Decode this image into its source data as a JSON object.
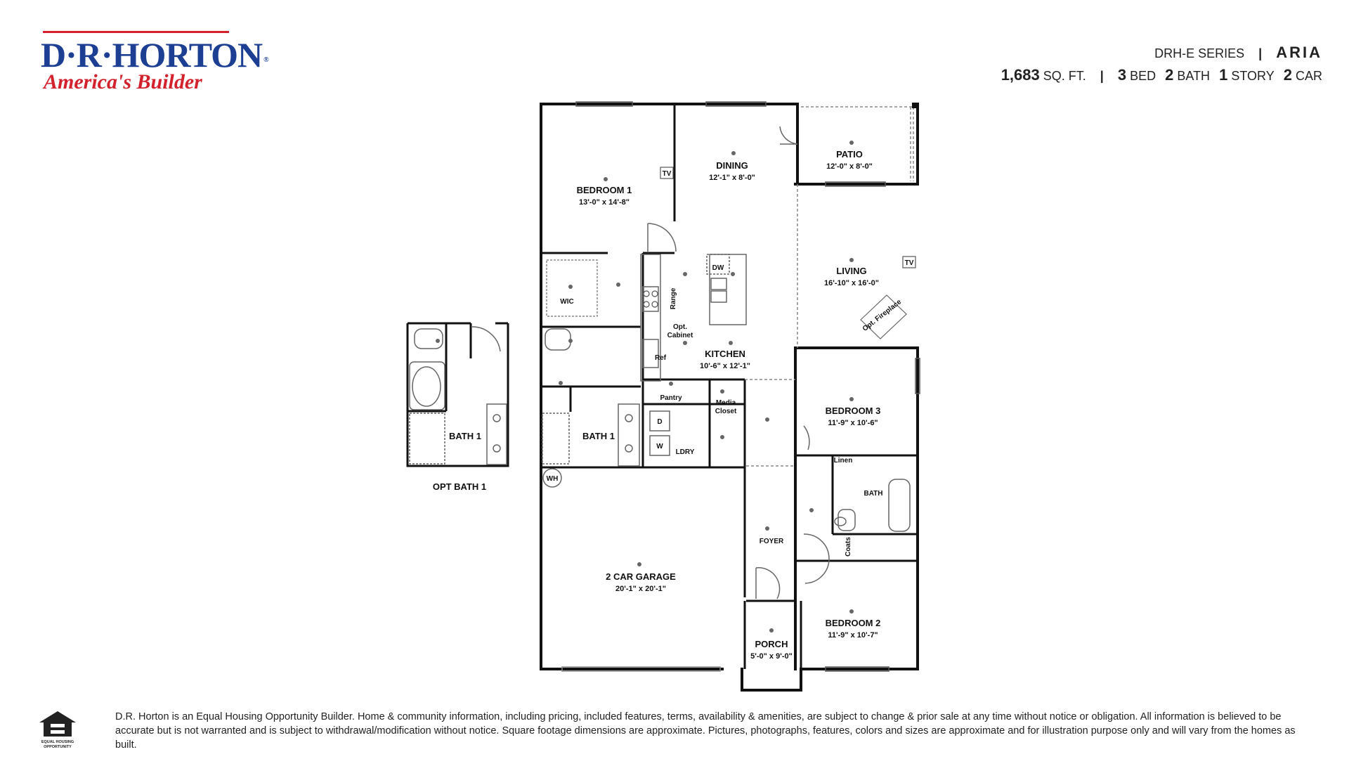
{
  "brand": {
    "name": "D·R·HORTON",
    "registered": "®",
    "tagline": "America's Builder",
    "primary_color": "#1c3f94",
    "accent_color": "#d3212d"
  },
  "header": {
    "series": "DRH-E SERIES",
    "separator": "|",
    "plan_name": "ARIA",
    "sqft_value": "1,683",
    "sqft_unit": "SQ. FT.",
    "beds_value": "3",
    "beds_unit": "BED",
    "baths_value": "2",
    "baths_unit": "BATH",
    "stories_value": "1",
    "stories_unit": "STORY",
    "garage_value": "2",
    "garage_unit": "CAR"
  },
  "rooms": {
    "bedroom1": {
      "name": "BEDROOM 1",
      "dims": "13'-0\" x 14'-8\""
    },
    "dining": {
      "name": "DINING",
      "dims": "12'-1\" x 8'-0\""
    },
    "patio": {
      "name": "PATIO",
      "dims": "12'-0\" x 8'-0\""
    },
    "living": {
      "name": "LIVING",
      "dims": "16'-10\" x 16'-0\""
    },
    "kitchen": {
      "name": "KITCHEN",
      "dims": "10'-6\" x 12'-1\""
    },
    "bedroom3": {
      "name": "BEDROOM 3",
      "dims": "11'-9\" x 10'-6\""
    },
    "bedroom2": {
      "name": "BEDROOM 2",
      "dims": "11'-9\" x 10'-7\""
    },
    "garage": {
      "name": "2 CAR GARAGE",
      "dims": "20'-1\" x 20'-1\""
    },
    "porch": {
      "name": "PORCH",
      "dims": "5'-0\" x 9'-0\""
    },
    "foyer": {
      "name": "FOYER"
    },
    "bath1": {
      "name": "BATH 1"
    },
    "bath": {
      "name": "BATH"
    },
    "opt_bath1_room": {
      "name": "BATH 1"
    },
    "opt_bath1_caption": "OPT BATH 1"
  },
  "labels": {
    "tv": "TV",
    "dw": "DW",
    "range": "Range",
    "opt_cabinet_1": "Opt.",
    "opt_cabinet_2": "Cabinet",
    "ref": "Ref",
    "pantry": "Pantry",
    "media_1": "Media",
    "media_2": "Closet",
    "ldry": "LDRY",
    "dryer": "D",
    "washer": "W",
    "wic": "WIC",
    "wh": "WH",
    "linen": "Linen",
    "coats": "Coats",
    "opt_fireplace": "Opt. Fireplace"
  },
  "footer": {
    "eho_line1": "EQUAL HOUSING",
    "eho_line2": "OPPORTUNITY",
    "disclaimer": "D.R. Horton is an Equal Housing Opportunity Builder. Home & community information, including pricing, included features, terms, availability & amenities, are subject to change & prior sale at any time without notice or obligation. All information is believed to be accurate but is not warranted and is subject to withdrawal/modification without notice. Square footage dimensions are approximate. Pictures, photographs, features, colors and sizes are approximate and for illustration purpose only and will vary from the homes as built."
  }
}
